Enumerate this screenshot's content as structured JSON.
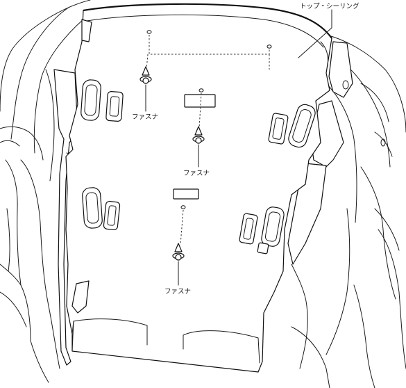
{
  "labels": {
    "top_ceiling": "トップ・シーリング",
    "fastener_1": "ファスナ",
    "fastener_2": "ファスナ",
    "fastener_3": "ファスナ"
  }
}
